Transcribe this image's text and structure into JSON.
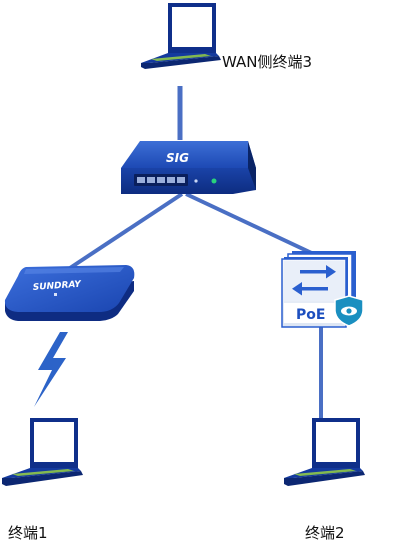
{
  "nodes": {
    "wan_terminal": {
      "label": "WAN侧终端3"
    },
    "sig_device": {
      "brand": "SIG"
    },
    "sundray_ap": {
      "brand": "SUNDRAY"
    },
    "poe_switch": {
      "brand": "PoE"
    },
    "terminal_1": {
      "label": "终端1"
    },
    "terminal_2": {
      "label": "终端2"
    }
  },
  "colors": {
    "link": "#4a6fc4",
    "device_dark": "#0f2f8a",
    "device_mid": "#1c46ad",
    "device_light": "#3a68d0",
    "screen": "#7cb342",
    "lightning": "#2c63c8",
    "switch_panel": "#e8eef8",
    "badge": "#1a8fc0"
  },
  "icons": {
    "wan_terminal": "laptop-icon",
    "sig_device": "gateway-device-icon",
    "sundray_ap": "access-point-icon",
    "wireless_link": "lightning-icon",
    "poe_switch": "poe-switch-icon",
    "terminal_1": "laptop-icon",
    "terminal_2": "laptop-icon"
  }
}
